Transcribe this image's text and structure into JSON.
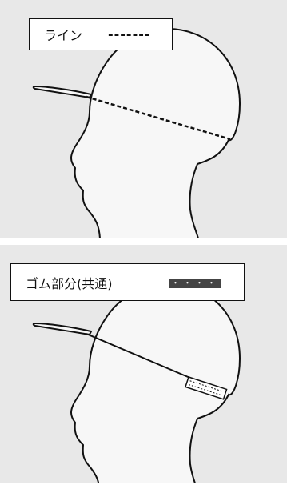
{
  "panels": [
    {
      "id": "line",
      "label": "ライン",
      "marker": "-------"
    },
    {
      "id": "elastic",
      "label": "ゴム部分(共通)",
      "marker": "・・・・"
    }
  ],
  "colors": {
    "background": "#e8e8e8",
    "head_fill": "#f7f7f7",
    "stroke": "#111111",
    "elastic_swatch": "#444444"
  }
}
